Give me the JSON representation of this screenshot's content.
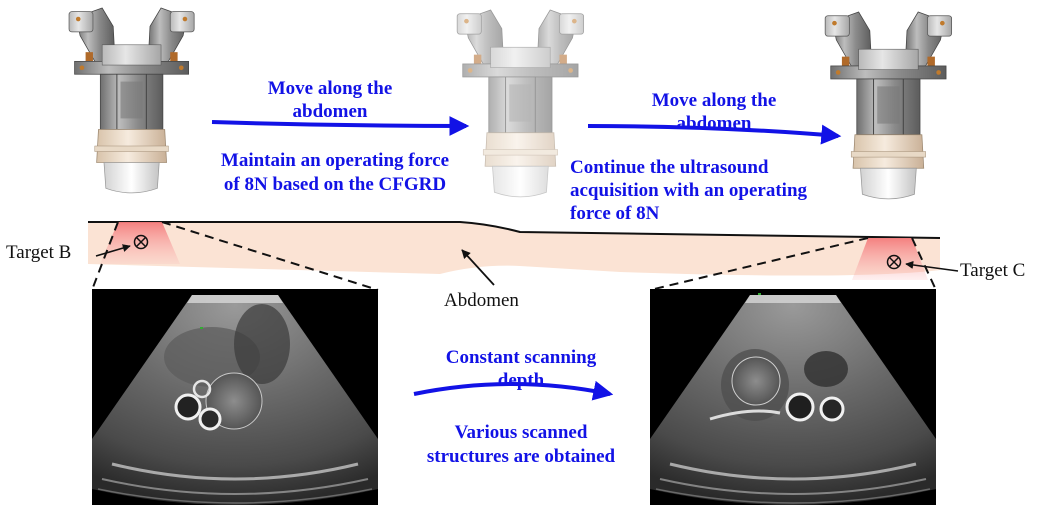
{
  "labels": {
    "target_b": "Target B",
    "target_c": "Target C",
    "abdomen": "Abdomen",
    "move_1": [
      "Move along the",
      "abdomen"
    ],
    "maintain": [
      "Maintain an operating force",
      "of 8N based on the CFGRD"
    ],
    "move_2": [
      "Move along the",
      "abdomen"
    ],
    "continue": [
      "Continue the ultrasound",
      "acquisition with an operating",
      "force of 8N"
    ],
    "constant": [
      "Constant scanning",
      "depth"
    ],
    "various": [
      "Various scanned",
      "structures are obtained"
    ]
  },
  "colors": {
    "annotation_blue": "#1212e6",
    "abdomen_fill": "#fbe3d4",
    "target_glow": "#f47b7b",
    "ultrasound_bg": "#000000"
  },
  "icons": {
    "target_marker": "circle-cross-icon",
    "robot_probe": "robotic-ultrasound-probe-holder"
  }
}
